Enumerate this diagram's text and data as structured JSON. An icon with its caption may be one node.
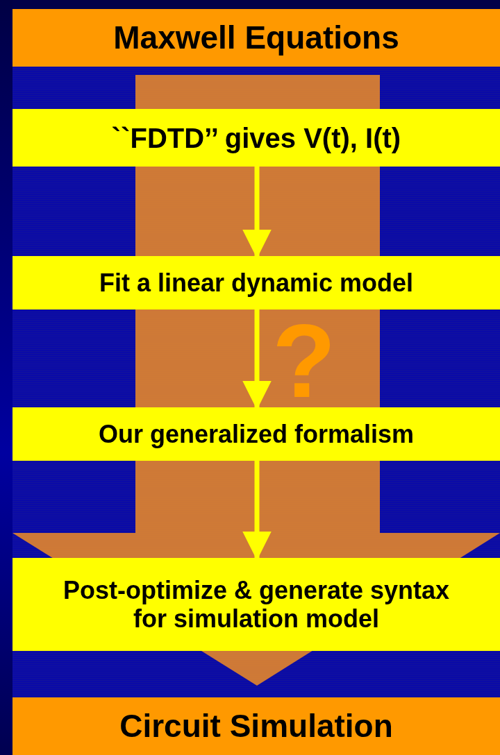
{
  "diagram": {
    "nodes": [
      {
        "text": [
          "Maxwell Equations"
        ]
      },
      {
        "text": [
          "``FDTD’’ gives V(t), I(t)"
        ]
      },
      {
        "text": [
          "Fit a linear dynamic model"
        ]
      },
      {
        "text": [
          "Our generalized formalism"
        ]
      },
      {
        "text": [
          "Post-optimize & generate syntax for simulation model"
        ]
      },
      {
        "text": [
          "Circuit Simulation"
        ]
      }
    ],
    "edges": [
      {
        "from": 0,
        "to": 5,
        "arrow": "to",
        "style": "thick",
        "color": "#d98030"
      },
      {
        "from": 1,
        "to": 2,
        "arrow": "to"
      },
      {
        "from": 2,
        "to": 3,
        "arrow": "to"
      },
      {
        "from": 3,
        "to": 4,
        "arrow": "to"
      }
    ],
    "labels": [
      "?"
    ]
  }
}
